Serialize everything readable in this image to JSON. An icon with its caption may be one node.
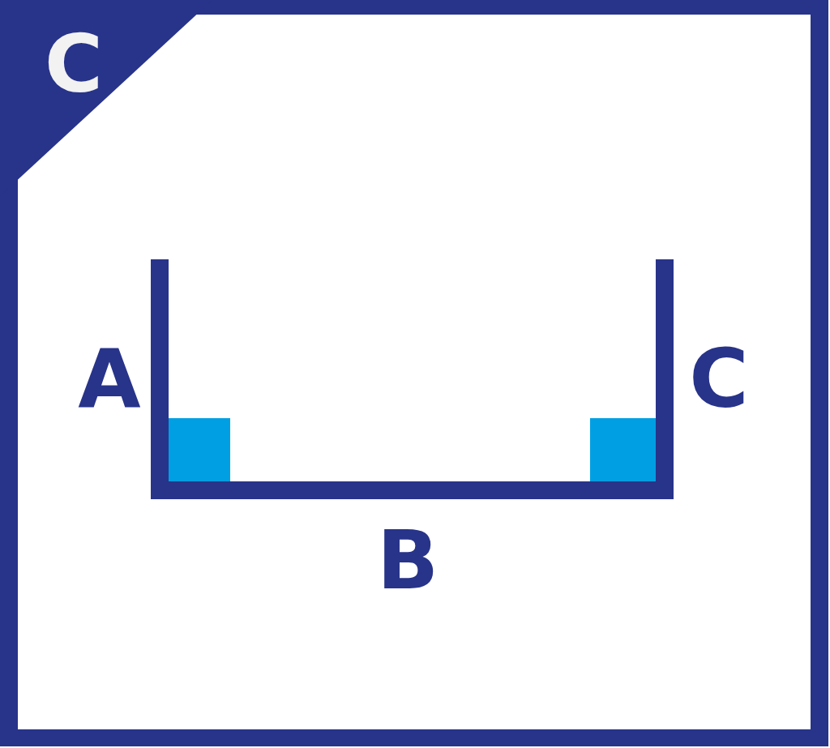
{
  "diagram": {
    "nodes": [
      {
        "text": [
          "C"
        ]
      }
    ],
    "labels": [
      "A",
      "C",
      "B"
    ]
  }
}
